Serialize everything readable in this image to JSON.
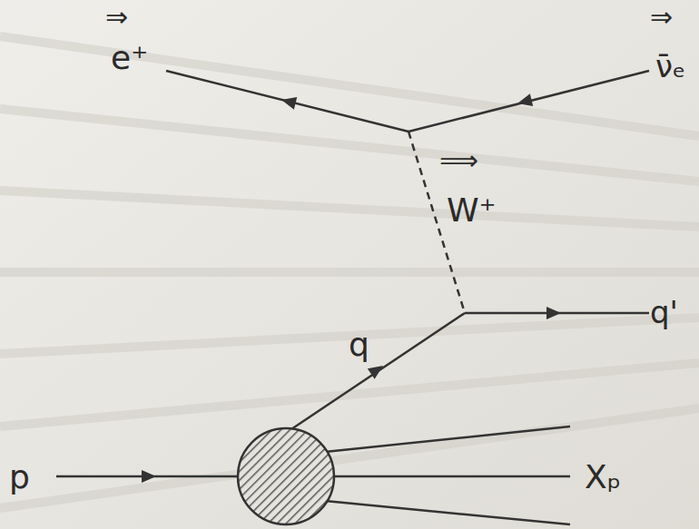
{
  "diagram": {
    "labels": [
      "⇒",
      "e⁺",
      "⇒",
      "ν̄ₑ",
      "⟹",
      "W⁺",
      "q",
      "q'",
      "p",
      "Xₚ"
    ]
  }
}
